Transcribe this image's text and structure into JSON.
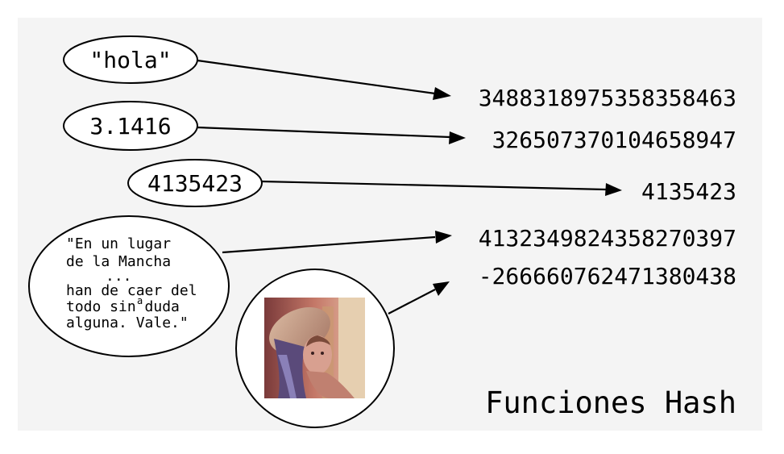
{
  "title": "Funciones Hash",
  "inputs": {
    "hola": "\"hola\"",
    "pi": "3.1416",
    "integer": "4135423",
    "quote_lines": [
      "\"En un lugar",
      "de la Mancha",
      "...",
      "han de caer del",
      "todo sin duda",
      "alguna. Vale.\""
    ],
    "quote_small": "a"
  },
  "hashes": {
    "hola": "3488318975358358463",
    "pi": "326507370104658947",
    "integer": "4135423",
    "quote": "4132349824358270397",
    "image": "-266660762471380438"
  },
  "image_icon": "portrait-photo-icon"
}
